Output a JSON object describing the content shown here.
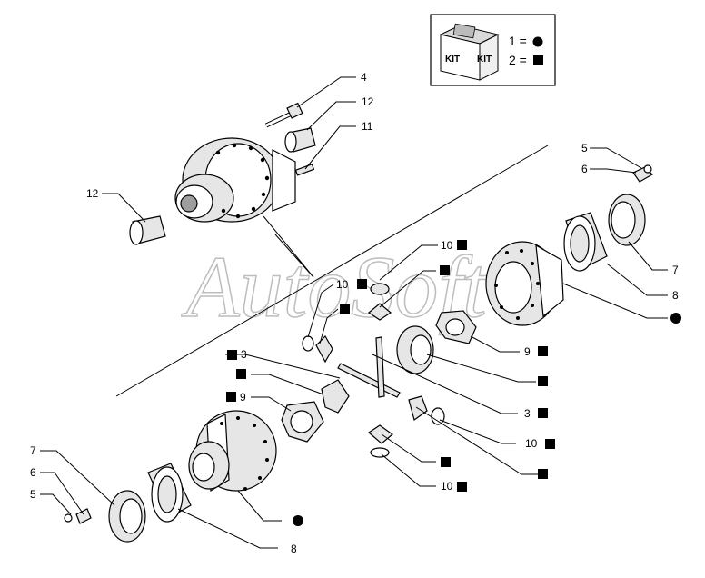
{
  "watermark": "AutoSoft",
  "kit_legend": {
    "box_words": [
      "KIT",
      "KIT"
    ],
    "entries": [
      {
        "label": "1 =",
        "symbol": "circle"
      },
      {
        "label": "2 =",
        "symbol": "square"
      }
    ]
  },
  "callouts": {
    "c4": "4",
    "c12a": "12",
    "c11": "11",
    "c12b": "12",
    "c5a": "5",
    "c6a": "6",
    "c7a": "7",
    "c8a": "8",
    "c10a": "10",
    "c10b": "10",
    "c9a": "9",
    "c3a": "3",
    "c3b": "3",
    "c9b": "9",
    "c10c": "10",
    "c10d": "10",
    "c7b": "7",
    "c6b": "6",
    "c5b": "5",
    "c8b": "8"
  },
  "colors": {
    "line": "#000000",
    "part_fill": "#e6e6e6",
    "watermark": "#bdbdbd"
  }
}
